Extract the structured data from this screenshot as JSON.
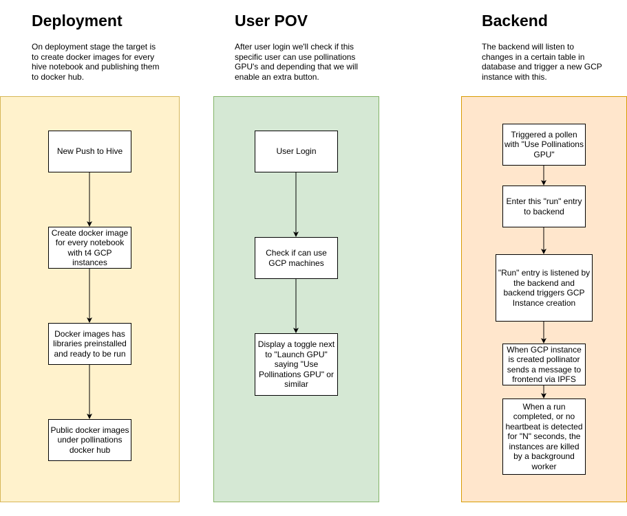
{
  "columns": [
    {
      "title": "Deployment",
      "description": "On deployment stage the target is to create docker images for every hive notebook and publishing them to docker hub.",
      "steps": [
        "New Push to Hive",
        "Create docker image for every notebook with t4 GCP instances",
        "Docker images has libraries preinstalled and ready to be run",
        "Public docker images under pollinations docker hub"
      ]
    },
    {
      "title": "User POV",
      "description": "After user login we'll check if this specific user can use pollinations GPU's and depending that we will enable an extra button.",
      "steps": [
        "User Login",
        "Check if can use GCP machines",
        "Display a toggle next to \"Launch GPU\" saying \"Use Pollinations GPU\" or similar"
      ]
    },
    {
      "title": "Backend",
      "description": "The backend will listen to changes in a certain table in database and trigger a new GCP instance with this.",
      "steps": [
        "Triggered a pollen with \"Use Pollinations GPU\"",
        "Enter this \"run\" entry to backend",
        "\"Run\" entry is listened by the backend and backend triggers GCP Instance creation",
        "When GCP instance is created pollinator sends a message to frontend via IPFS",
        "When a run completed, or no heartbeat is detected for \"N\" seconds, the instances are killed by a background worker"
      ]
    }
  ],
  "colors": {
    "deployment_fill": "#fff2cc",
    "deployment_border": "#d6b656",
    "user_pov_fill": "#d5e8d4",
    "user_pov_border": "#82b366",
    "backend_fill": "#ffe6cc",
    "backend_border": "#d79b00"
  }
}
